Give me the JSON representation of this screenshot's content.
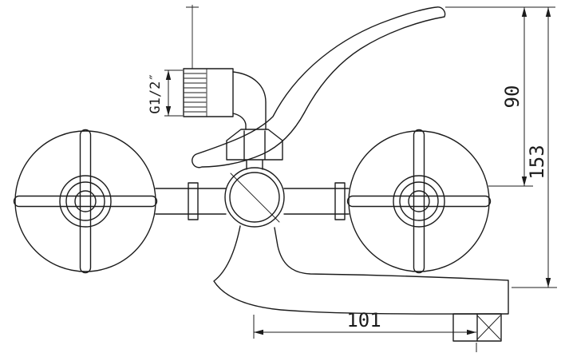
{
  "drawing": {
    "background_color": "#ffffff",
    "line_color": "#1c1c1c",
    "labels": {
      "thread_size": "G1/2″",
      "dim_90": "90",
      "dim_153": "153",
      "dim_101": "101"
    }
  }
}
